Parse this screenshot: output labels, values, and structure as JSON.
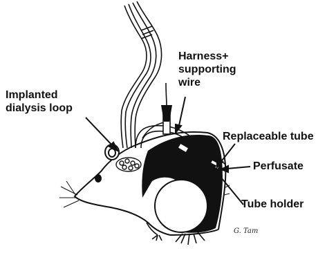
{
  "diagram": {
    "labels": {
      "harness": "Harness+\nsupporting\nwire",
      "dialysis_loop": "Implanted\ndialysis loop",
      "replaceable_tube": "Replaceable tube",
      "perfusate": "Perfusate",
      "tube_holder": "Tube holder"
    },
    "signature": "G. Tam"
  },
  "colors": {
    "ink": "#111111",
    "background": "#ffffff"
  }
}
